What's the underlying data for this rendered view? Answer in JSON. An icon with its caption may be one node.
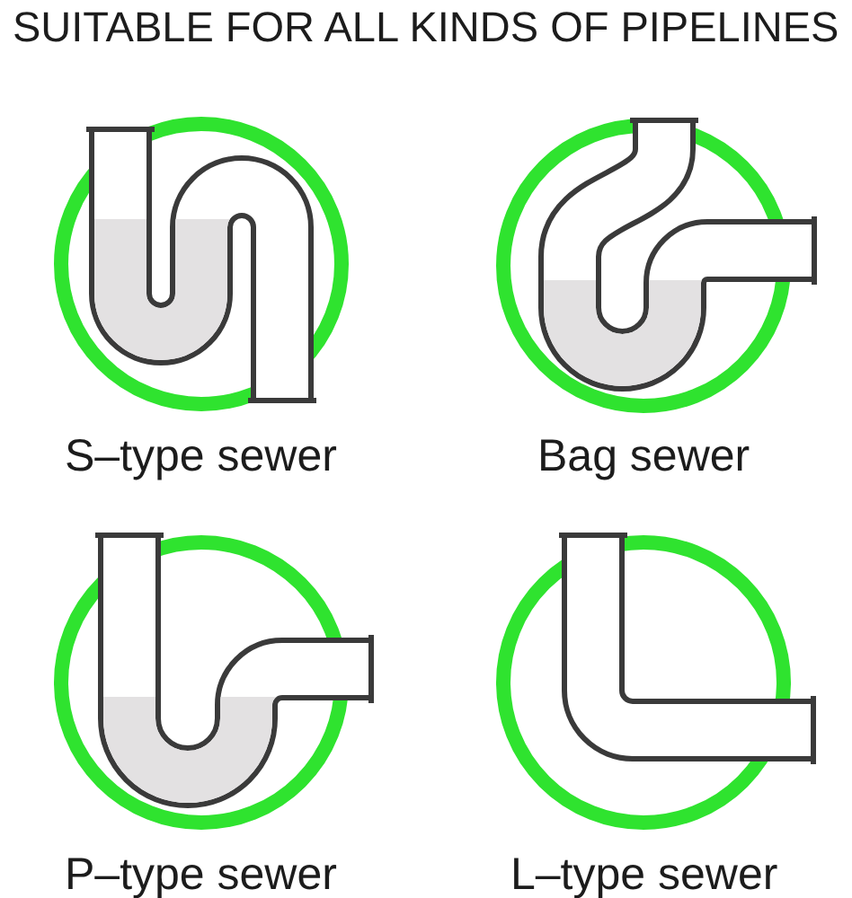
{
  "diagram": {
    "title": "SUITABLE FOR ALL KINDS OF PIPELINES",
    "labels": [
      "S–type sewer",
      "Bag sewer",
      "P–type sewer",
      "L–type sewer"
    ]
  }
}
